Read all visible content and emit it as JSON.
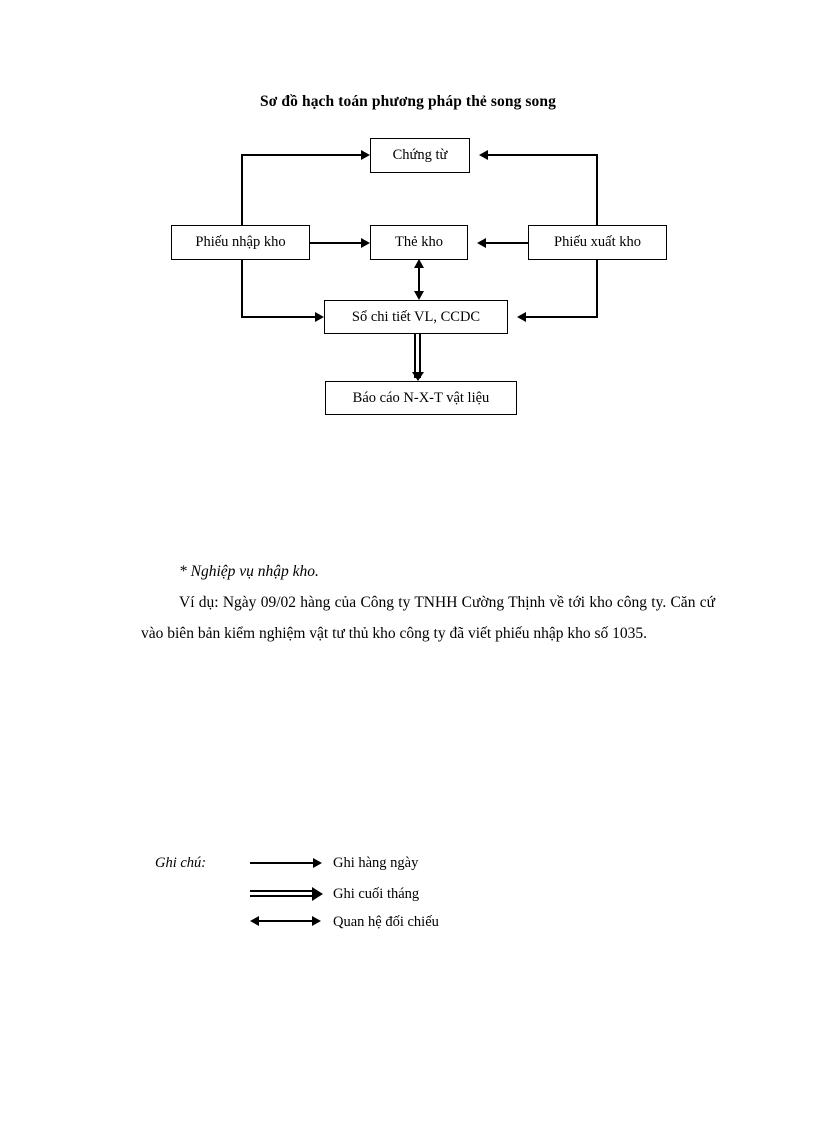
{
  "document": {
    "title": "Sơ đồ hạch toán phương pháp thẻ song song"
  },
  "diagram": {
    "type": "flowchart",
    "nodes": [
      {
        "id": "chungtu",
        "label": "Chứng từ"
      },
      {
        "id": "phieunhap",
        "label": "Phiếu nhập kho"
      },
      {
        "id": "thekho",
        "label": "Thẻ kho"
      },
      {
        "id": "phieuxuat",
        "label": "Phiếu xuất kho"
      },
      {
        "id": "sochitiet",
        "label": "Sổ chi tiết VL, CCDC"
      },
      {
        "id": "baocao",
        "label": "Báo cáo N-X-T vật liệu"
      }
    ],
    "edges": [
      {
        "from": "phieunhap",
        "to": "chungtu",
        "style": "daily"
      },
      {
        "from": "phieuxuat",
        "to": "chungtu",
        "style": "daily"
      },
      {
        "from": "phieunhap",
        "to": "thekho",
        "style": "daily"
      },
      {
        "from": "phieuxuat",
        "to": "thekho",
        "style": "daily"
      },
      {
        "from": "phieunhap",
        "to": "sochitiet",
        "style": "daily"
      },
      {
        "from": "phieuxuat",
        "to": "sochitiet",
        "style": "daily"
      },
      {
        "from": "thekho",
        "to": "sochitiet",
        "style": "reconcile"
      },
      {
        "from": "sochitiet",
        "to": "baocao",
        "style": "monthly"
      }
    ]
  },
  "legend": {
    "title": "Ghi chú:",
    "items": [
      {
        "arrow": "single-arrow-icon",
        "label": "Ghi hàng ngày"
      },
      {
        "arrow": "double-line-arrow-icon",
        "label": "Ghi cuối tháng"
      },
      {
        "arrow": "double-headed-arrow-icon",
        "label": "Quan hệ đối chiếu"
      }
    ]
  },
  "body": {
    "note": "* Nghiệp vụ nhập kho.",
    "example": "Ví dụ: Ngày 09/02 hàng của Công ty TNHH Cường Thịnh về tới kho công ty. Căn cứ vào biên bản kiểm nghiệm vật tư thủ kho công ty đã viết phiếu nhập kho số 1035."
  },
  "colors": {
    "ink": "#000000",
    "paper": "#ffffff"
  }
}
